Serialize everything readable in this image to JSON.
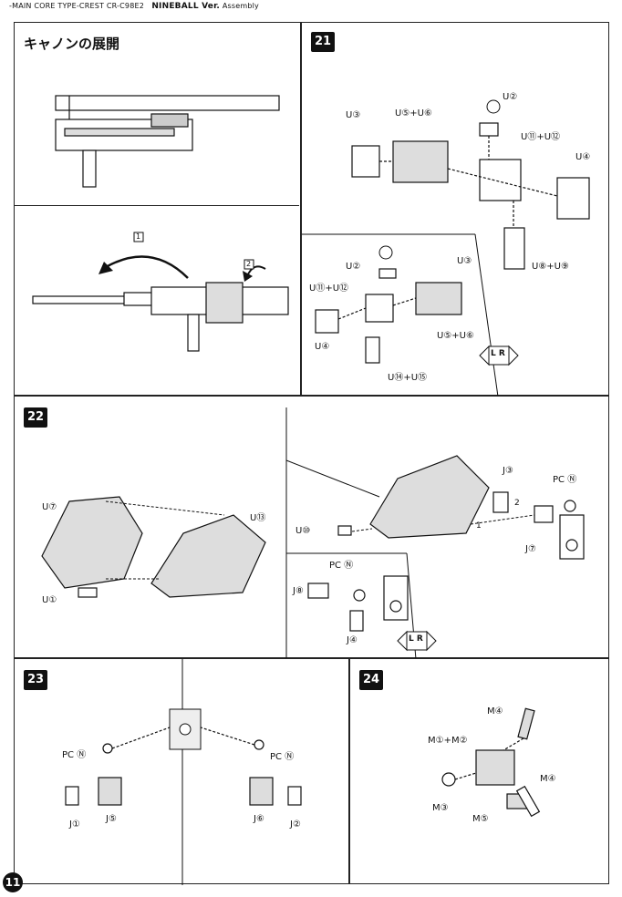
{
  "header": {
    "model_line": "-MAIN CORE TYPE-CREST  CR-C98E2",
    "subtitle": "NINEBALL Ver.",
    "assembly": "Assembly"
  },
  "page_number": "11",
  "panel_cannon": {
    "title": "キャノンの展開",
    "arrow_1": "1",
    "arrow_2": "2"
  },
  "step21": {
    "number": "21",
    "labels": [
      "U③",
      "U⑤+U⑥",
      "U②",
      "U⑪+U⑫",
      "U④",
      "U⑧+U⑨"
    ],
    "sub_labels": [
      "U②",
      "U③",
      "U⑪+U⑫",
      "U④",
      "U⑤+U⑥",
      "U⑭+U⑮"
    ],
    "lr_badge": "L R"
  },
  "step22": {
    "number": "22",
    "labels": [
      "U⑦",
      "U⑬",
      "U①"
    ],
    "right_labels": [
      "J③",
      "PC Ⓝ",
      "U⑩",
      "J⑦",
      "1",
      "2"
    ],
    "sub_labels": [
      "PC Ⓝ",
      "J⑧",
      "J④"
    ],
    "lr_badge": "L R"
  },
  "step23": {
    "number": "23",
    "labels": [
      "PC Ⓝ",
      "PC Ⓝ",
      "J①",
      "J⑤",
      "J⑥",
      "J②"
    ]
  },
  "step24": {
    "number": "24",
    "labels": [
      "M④",
      "M①+M②",
      "M④",
      "M③",
      "M⑤"
    ]
  },
  "colors": {
    "ink": "#111111",
    "paper": "#ffffff",
    "shade": "#555555"
  }
}
